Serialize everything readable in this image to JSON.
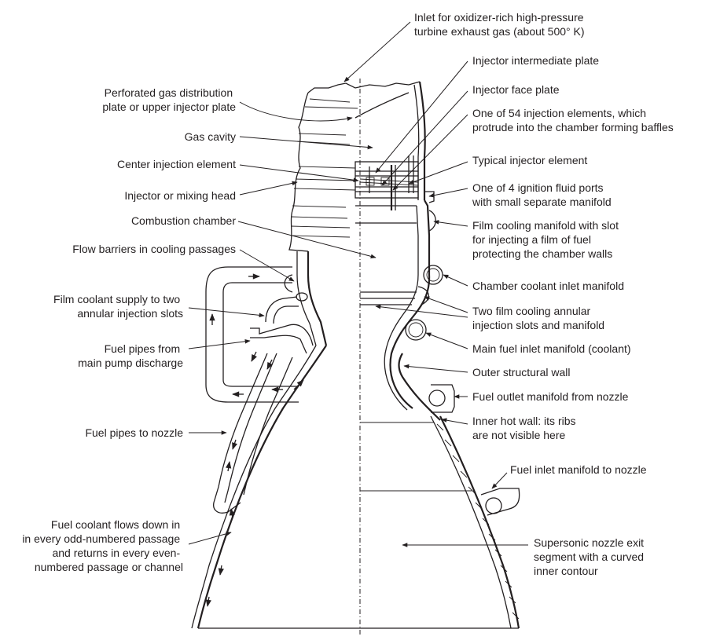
{
  "labels": {
    "inlet_oxidizer": [
      "Inlet for oxidizer-rich high-pressure",
      "turbine exhaust gas (about 500° K)"
    ],
    "injector_intermediate_plate": [
      "Injector intermediate plate"
    ],
    "injector_face_plate": [
      "Injector face plate"
    ],
    "injection_elements": [
      "One of 54 injection elements, which",
      "protrude into the chamber forming baffles"
    ],
    "typical_injector_element": [
      "Typical injector element"
    ],
    "ignition_fluid_ports": [
      "One of 4 ignition fluid ports",
      "with small separate manifold"
    ],
    "film_cooling_manifold": [
      "Film cooling manifold with slot",
      "for injecting a film of fuel",
      "protecting the chamber walls"
    ],
    "chamber_coolant_inlet": [
      "Chamber coolant inlet manifold"
    ],
    "film_cooling_slots": [
      "Two film cooling annular",
      "injection slots and manifold"
    ],
    "main_fuel_inlet": [
      "Main fuel inlet manifold (coolant)"
    ],
    "outer_structural_wall": [
      "Outer structural wall"
    ],
    "fuel_outlet_manifold": [
      "Fuel outlet manifold from nozzle"
    ],
    "inner_hot_wall": [
      "Inner hot wall: its ribs",
      "are not visible here"
    ],
    "fuel_inlet_manifold_nozzle": [
      "Fuel inlet manifold to nozzle"
    ],
    "supersonic_nozzle": [
      "Supersonic nozzle exit",
      "segment with a curved",
      "inner contour"
    ],
    "perforated_plate": [
      "Perforated gas distribution",
      "plate or upper injector plate"
    ],
    "gas_cavity": [
      "Gas cavity"
    ],
    "center_injection_element": [
      "Center injection element"
    ],
    "injector_mixing_head": [
      "Injector or mixing head"
    ],
    "combustion_chamber": [
      "Combustion chamber"
    ],
    "flow_barriers": [
      "Flow barriers in cooling passages"
    ],
    "film_coolant_supply": [
      "Film coolant supply to two",
      "annular injection slots"
    ],
    "fuel_pipes_pump": [
      "Fuel pipes from",
      "main pump discharge"
    ],
    "fuel_pipes_nozzle": [
      "Fuel pipes to nozzle"
    ],
    "fuel_coolant_flows": [
      "Fuel coolant flows down in",
      "in every odd-numbered passage",
      "and returns in every even-",
      "numbered passage or channel"
    ]
  }
}
